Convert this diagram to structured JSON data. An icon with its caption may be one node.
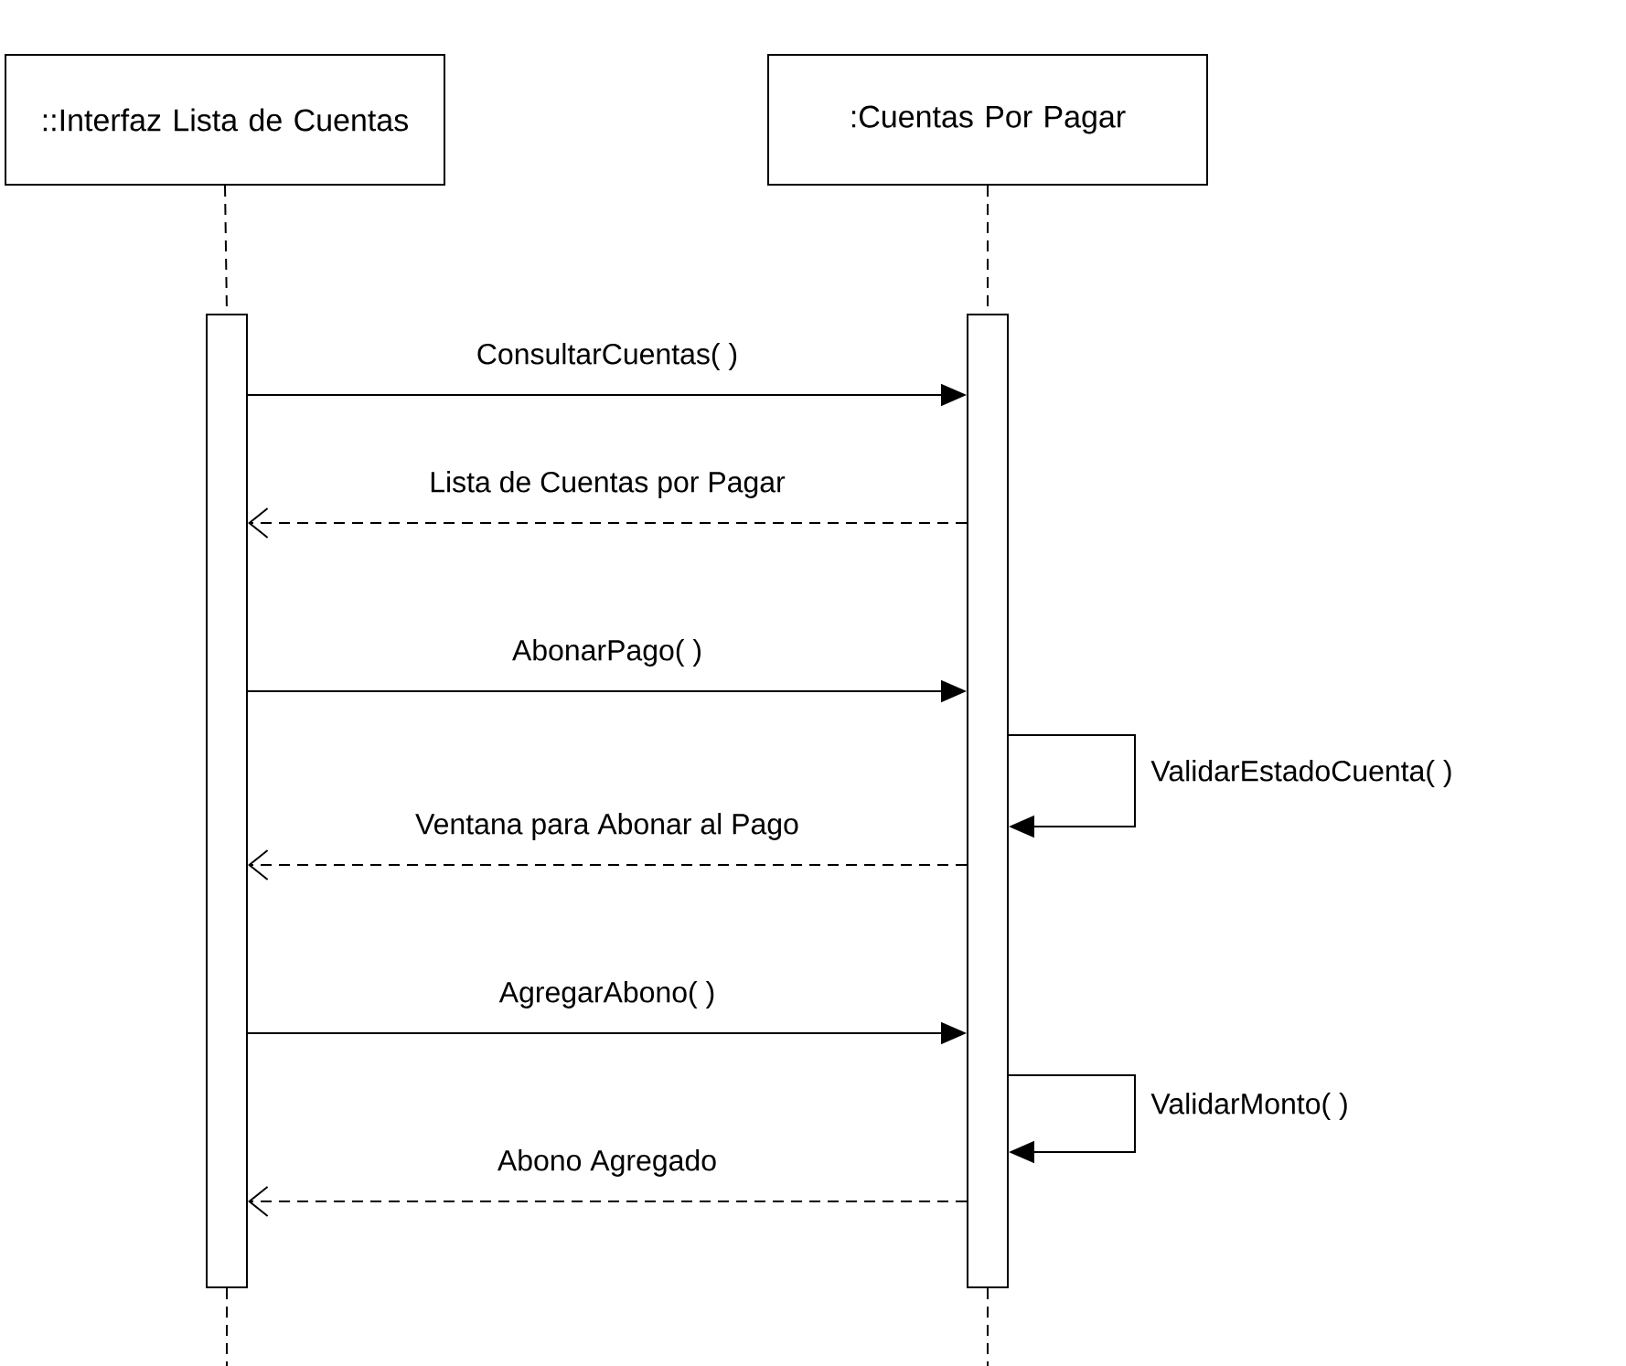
{
  "diagram": {
    "nodes": [
      {
        "text": [
          "::Interfaz Lista de Cuentas"
        ]
      },
      {
        "text": [
          ":Cuentas Por Pagar"
        ]
      },
      {
        "text": [],
        "shape": "bar"
      },
      {
        "text": [],
        "shape": "bar"
      }
    ],
    "edges": [
      {
        "from": 0,
        "to": 2,
        "arrow": "none",
        "style": "dashed"
      },
      {
        "from": 1,
        "to": 3,
        "arrow": "none",
        "style": "dashed"
      },
      {
        "from": 2,
        "to": 3,
        "arrow": "to",
        "label": "ConsultarCuentas( )"
      },
      {
        "from": 3,
        "to": 2,
        "arrow": "to",
        "style": "dashed",
        "label": "Lista de Cuentas por Pagar"
      },
      {
        "from": 2,
        "to": 3,
        "arrow": "to",
        "label": "AbonarPago( )"
      },
      {
        "from": 3,
        "to": 3,
        "arrow": "to",
        "label": "ValidarEstadoCuenta( )"
      },
      {
        "from": 3,
        "to": 2,
        "arrow": "to",
        "style": "dashed",
        "label": "Ventana para Abonar al Pago"
      },
      {
        "from": 2,
        "to": 3,
        "arrow": "to",
        "label": "AgregarAbono( )"
      },
      {
        "from": 3,
        "to": 3,
        "arrow": "to",
        "label": "ValidarMonto( )"
      },
      {
        "from": 3,
        "to": 2,
        "arrow": "to",
        "style": "dashed",
        "label": "Abono Agregado"
      },
      {
        "from": 2,
        "to": null,
        "arrow": "none",
        "style": "dashed"
      },
      {
        "from": 3,
        "to": null,
        "arrow": "none",
        "style": "dashed"
      }
    ]
  }
}
